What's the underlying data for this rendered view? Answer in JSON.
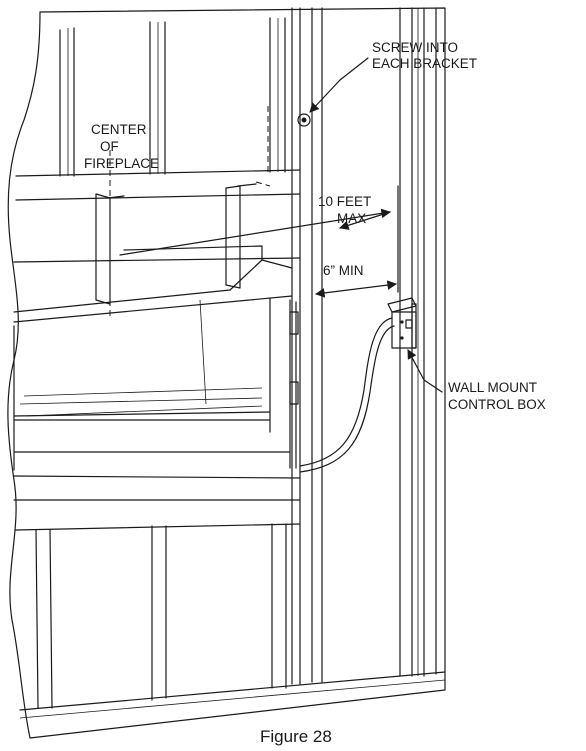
{
  "figure": {
    "caption": "Figure 28",
    "labels": {
      "screw_line1": "SCREW INTO",
      "screw_line2": "EACH BRACKET",
      "center_line1": "CENTER",
      "center_line2": "OF",
      "center_line3": "FIREPLACE",
      "max_line1": "10 FEET",
      "max_line2": "MAX",
      "min": "6” MIN",
      "control_line1": "WALL MOUNT",
      "control_line2": "CONTROL BOX"
    }
  }
}
